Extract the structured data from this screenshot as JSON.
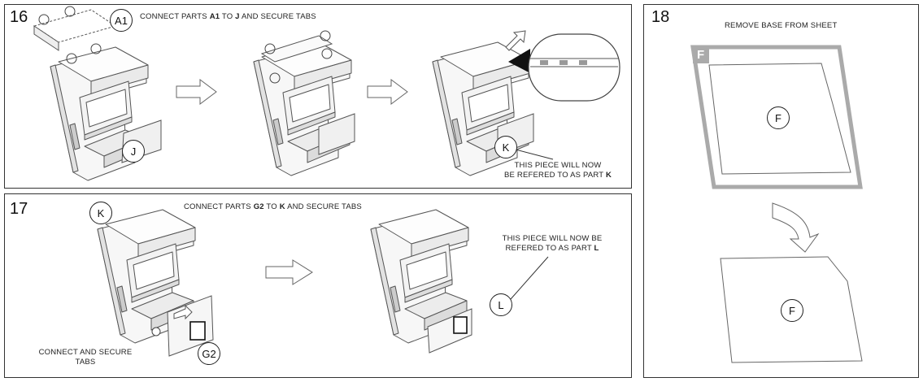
{
  "step16": {
    "number": "16",
    "instruction": {
      "pre": "CONNECT PARTS ",
      "p1": "A1",
      "mid": " TO ",
      "p2": "J",
      "post": " AND SECURE TABS"
    },
    "note": {
      "line1": "THIS PIECE WILL NOW",
      "line2pre": "BE REFERED TO AS PART ",
      "part": "K"
    },
    "labels": {
      "a1": "A1",
      "j": "J",
      "k": "K"
    }
  },
  "step17": {
    "number": "17",
    "instruction": {
      "pre": "CONNECT PARTS ",
      "p1": "G2",
      "mid": " TO ",
      "p2": "K",
      "post": " AND SECURE TABS"
    },
    "tabs_note": {
      "line1": "CONNECT AND SECURE",
      "line2": "TABS"
    },
    "note": {
      "line1": "THIS PIECE WILL NOW BE",
      "line2pre": "REFERED TO AS PART ",
      "part": "L"
    },
    "labels": {
      "k": "K",
      "g2": "G2",
      "l": "L"
    }
  },
  "step18": {
    "number": "18",
    "instruction": "REMOVE BASE FROM SHEET",
    "sheet_letter": "F",
    "labels": {
      "f_top": "F",
      "f_bottom": "F"
    }
  }
}
